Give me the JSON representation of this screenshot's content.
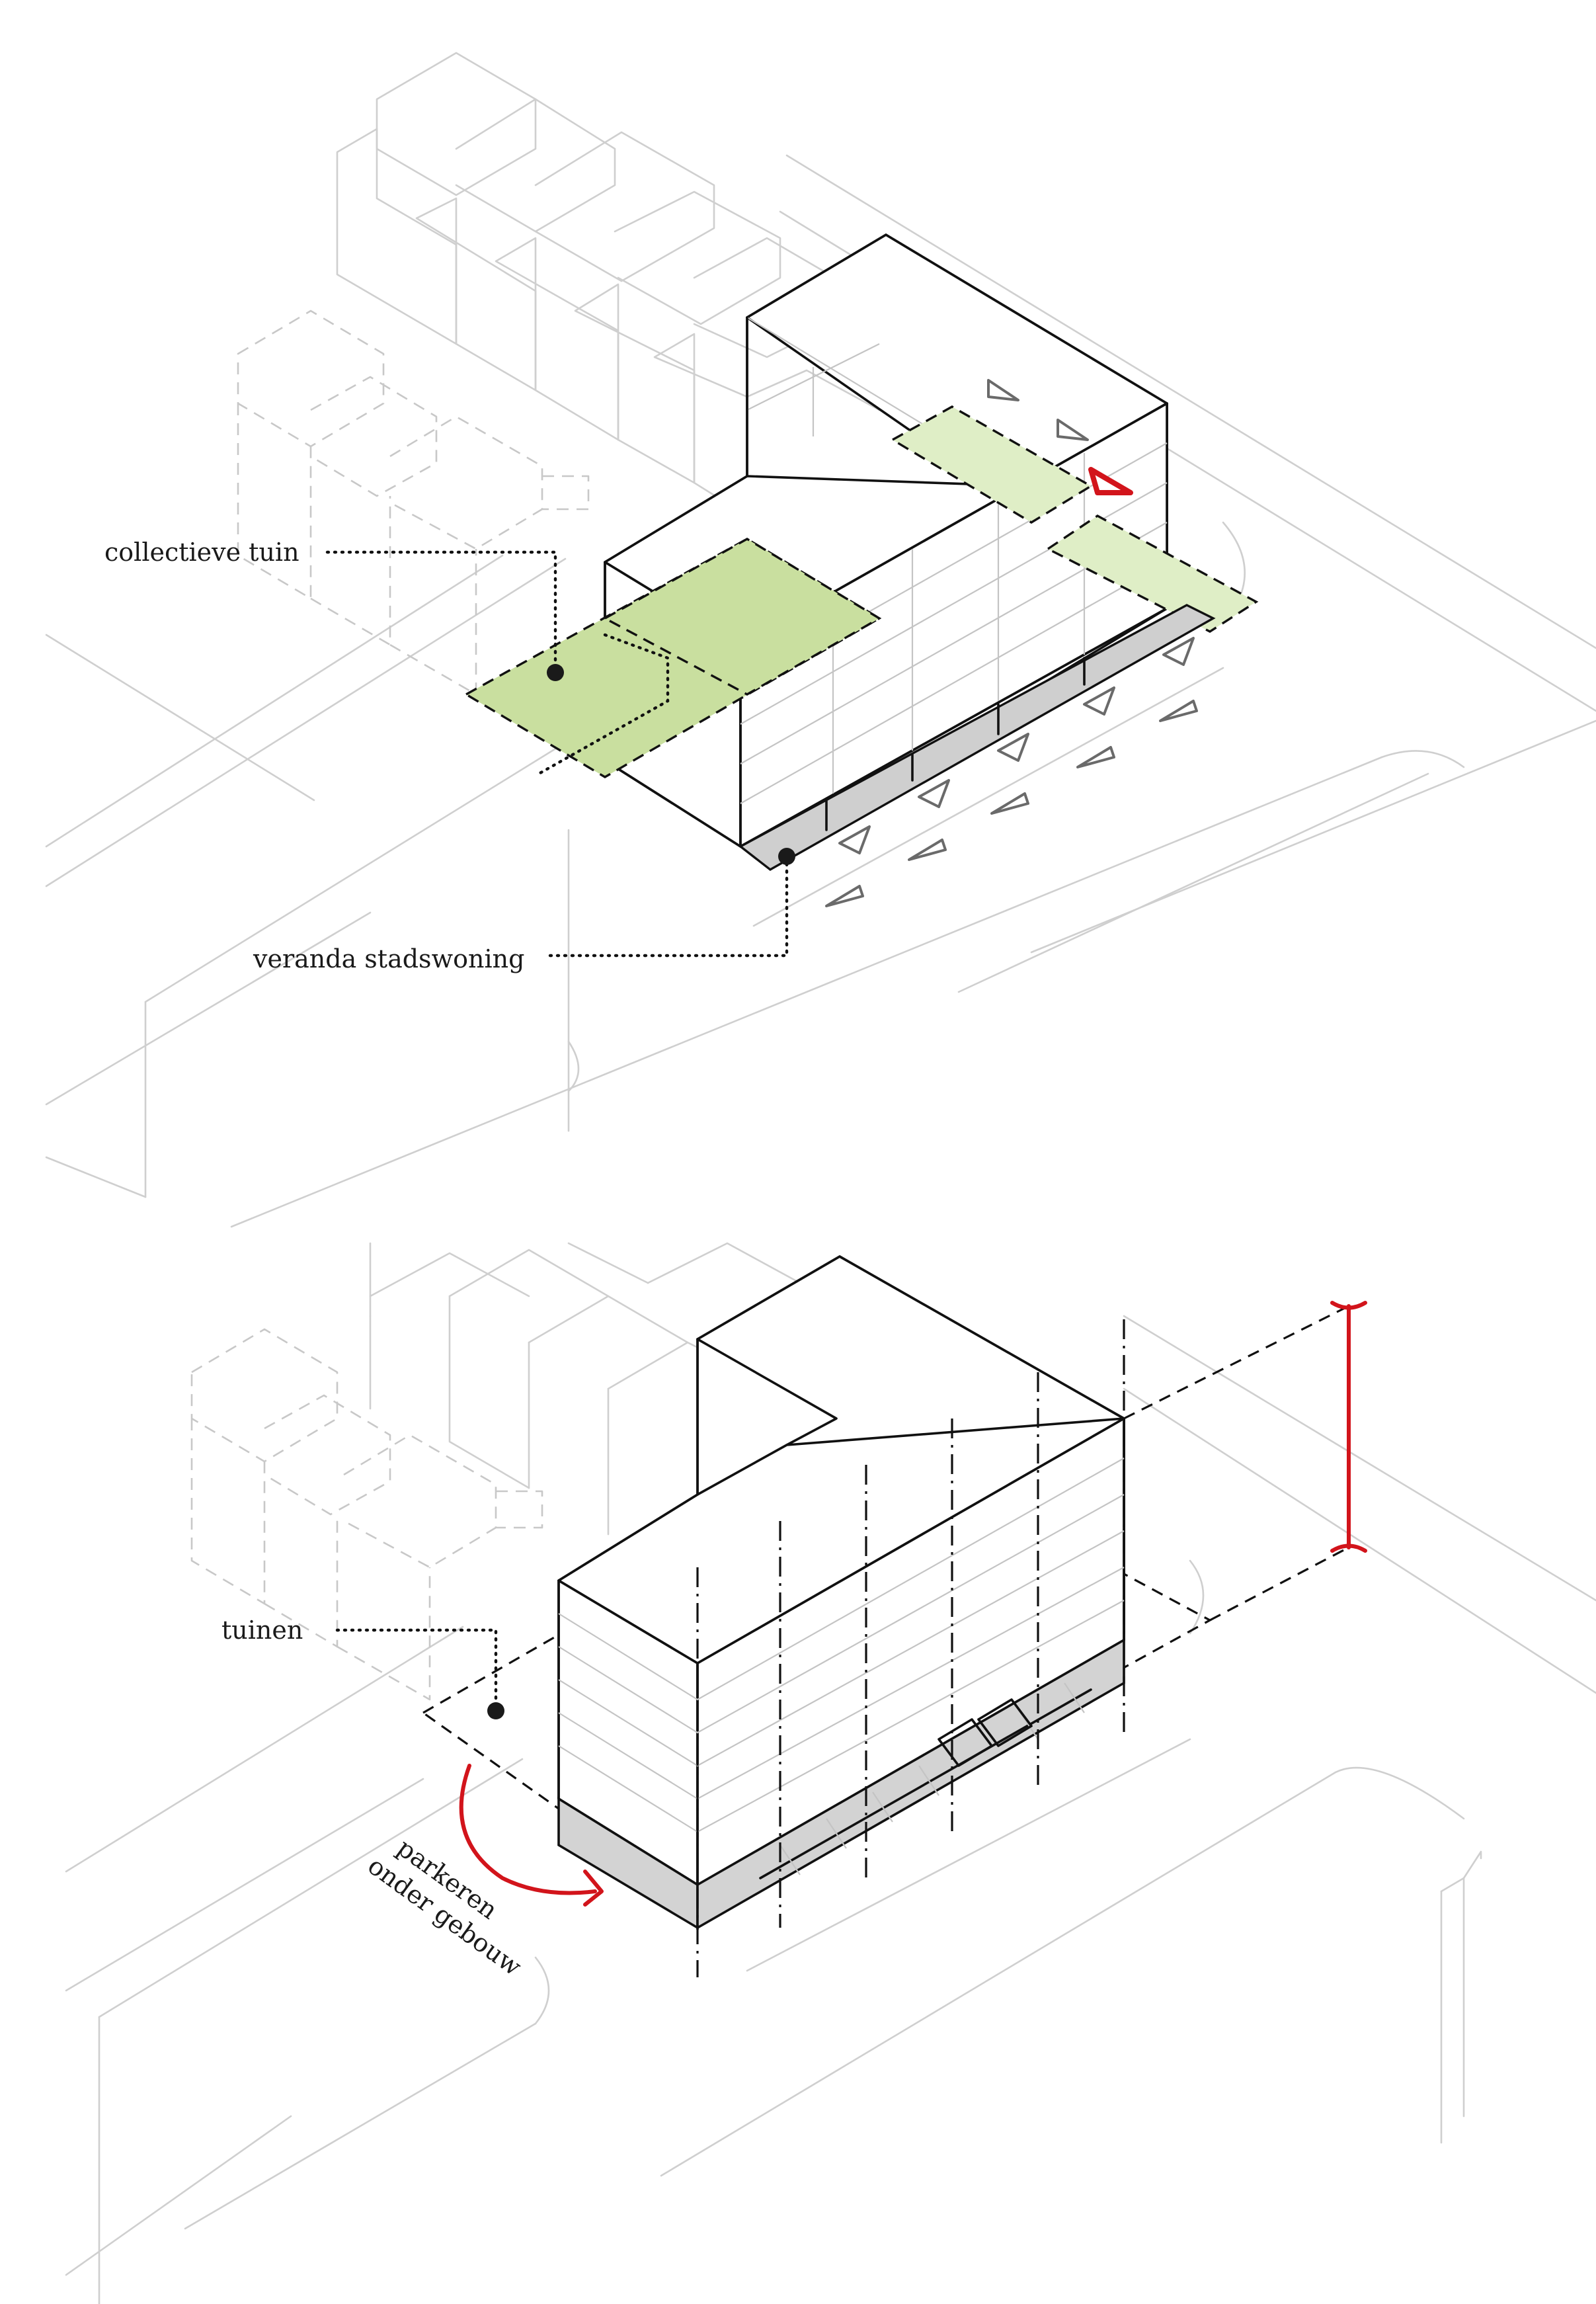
{
  "diagram": {
    "labels": {
      "collective_garden": "collectieve tuin",
      "veranda": "veranda stadswoning",
      "gardens": "tuinen",
      "parking_line1": "parkeren",
      "parking_line2": "onder gebouw"
    },
    "colors": {
      "garden_green": "#c9df9f",
      "garden_green_light": "#dfeec6",
      "accent_red": "#d2141b",
      "veranda_grey": "#cfcfcf",
      "context_lines": "#cfcfcf",
      "building_lines": "#111111"
    }
  }
}
